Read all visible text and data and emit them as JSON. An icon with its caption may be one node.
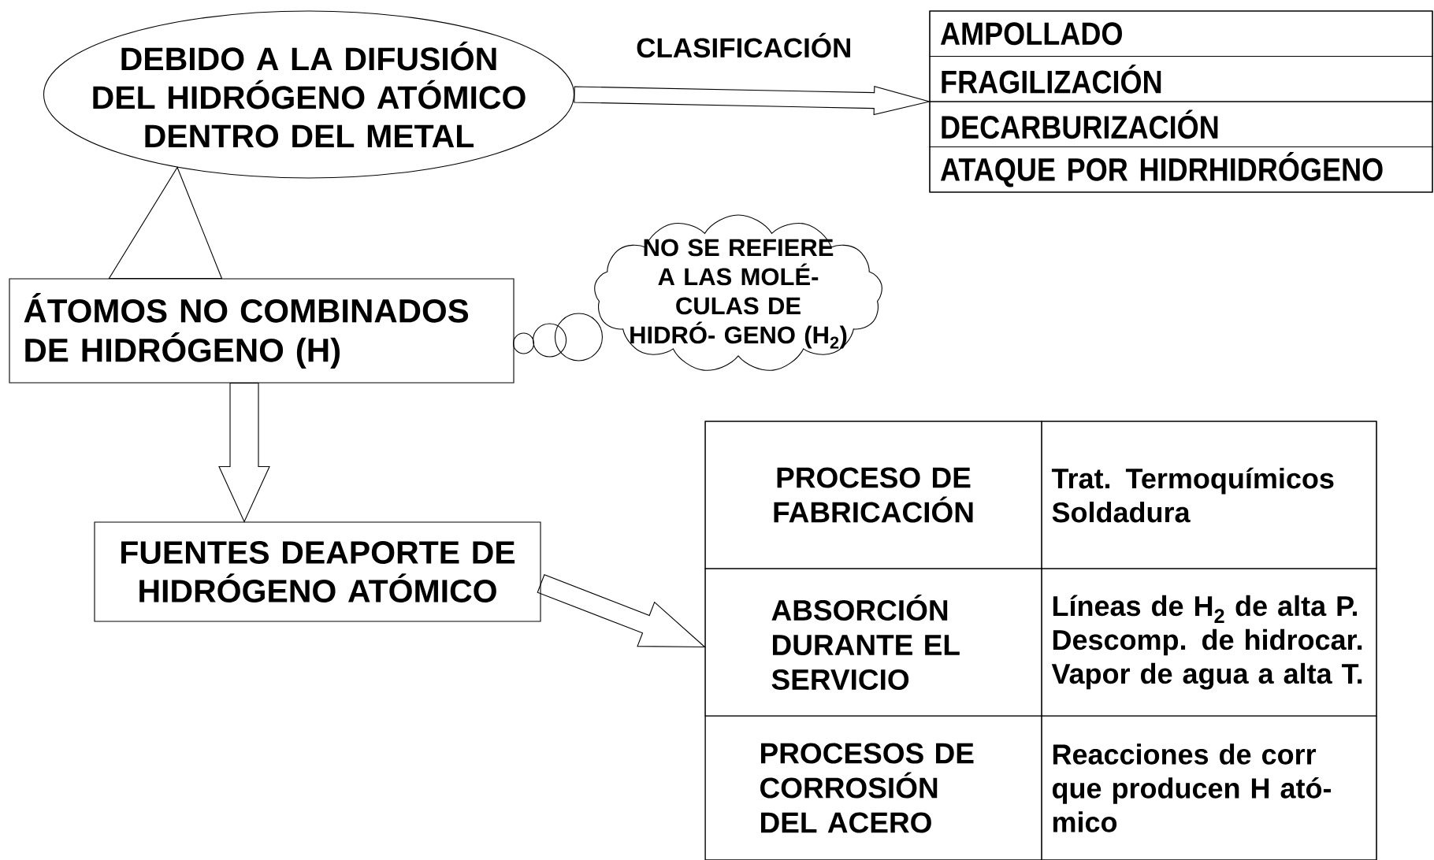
{
  "diagram": {
    "nodes": [
      {
        "text": [
          "DEBIDO A LA DIFUSIÓN DEL HIDRÓGENO ATÓMICO DENTRO DEL METAL"
        ]
      },
      {
        "text": [],
        "shape": "box"
      },
      {
        "text": [
          "AMPOLLADO"
        ],
        "in": 1
      },
      {
        "text": [
          "FRAGILIZACIÓN"
        ],
        "in": 1
      },
      {
        "text": [
          "DECARBURIZACIÓN"
        ],
        "in": 1
      },
      {
        "text": [
          "ATAQUE POR HIDRHIDRÓGENO"
        ],
        "in": 1
      },
      {
        "text": [
          "ÁTOMOS NO COMBINADOS DE HIDRÓGENO (H)"
        ]
      },
      {
        "text": [
          "NO SE REFIERE A LAS MOLÉ- CULAS DE HIDRÓ- GENO (H$_{2}$)"
        ]
      },
      {
        "text": [
          "FUENTES DEAPORTE DE HIDRÓGENO ATÓMICO"
        ]
      },
      {
        "text": [],
        "shape": "box"
      },
      {
        "text": [
          "PROCESO DE FABRICACIÓN"
        ],
        "in": 9
      },
      {
        "text": [
          "Trat. Termoquímicos",
          "Soldadura"
        ],
        "in": 9
      },
      {
        "text": [
          "ABSORCIÓN DURANTE EL SERVICIO"
        ],
        "in": 9
      },
      {
        "text": [
          "Líneas de H$_{2}$ de alta P.",
          "Descomp. de hidrocar.",
          "Vapor de agua a alta T."
        ],
        "in": 9
      },
      {
        "text": [
          "PROCESOS DE CORROSIÓN DEL ACERO"
        ],
        "in": 9
      },
      {
        "text": [
          "Reacciones de corr que producen H ató- mico"
        ],
        "in": 9
      }
    ],
    "edges": [
      {
        "from": 0,
        "to": 1,
        "arrow": "to",
        "label": "CLASIFICACIÓN"
      },
      {
        "from": 6,
        "to": 0,
        "arrow": "none"
      },
      {
        "from": 7,
        "to": 6,
        "arrow": "none"
      },
      {
        "from": 6,
        "to": 8,
        "arrow": "to"
      },
      {
        "from": 8,
        "to": 9,
        "arrow": "to"
      }
    ]
  }
}
